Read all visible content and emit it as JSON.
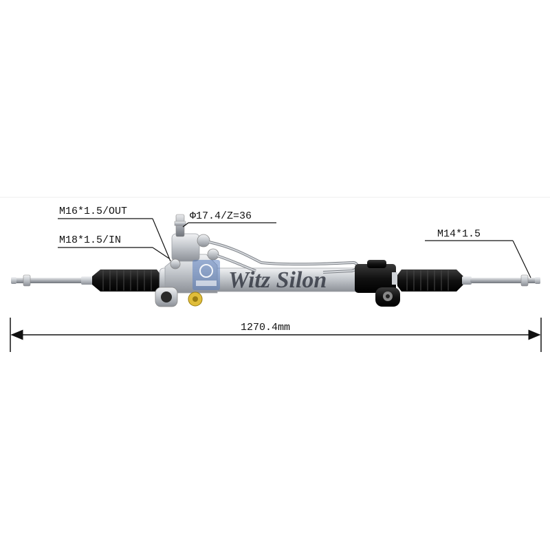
{
  "labels": {
    "outlet_port": "M16*1.5/OUT",
    "inlet_port": "M18*1.5/IN",
    "pinion": "Φ17.4/Z=36",
    "tie_rod_thread": "M14*1.5",
    "overall_length": "1270.4mm"
  },
  "watermark": {
    "brand": "Witz Silon"
  },
  "colors": {
    "line": "#111111",
    "housing": "#c9ccd0",
    "boot": "#111111",
    "port_fitting": "#c9a227"
  },
  "icons": {
    "watermark_logo": "gear-badge-logo"
  }
}
